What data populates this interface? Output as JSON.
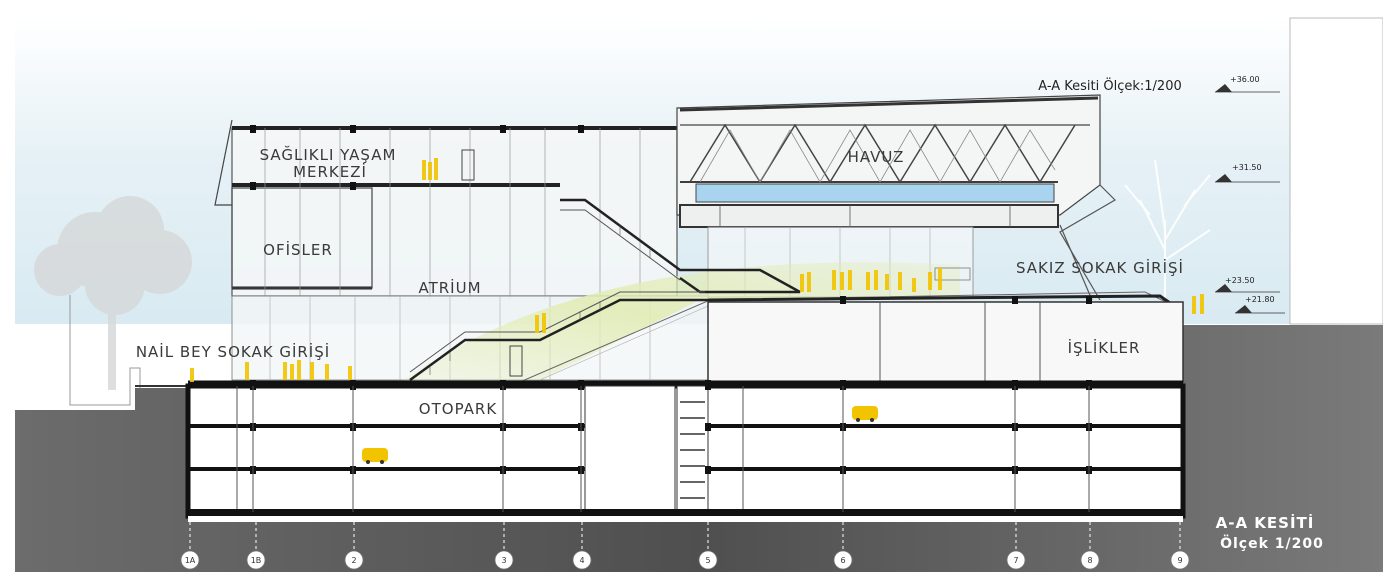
{
  "title": {
    "section": "A-A  Kesiti Ölçek:1/200"
  },
  "stamp": {
    "line1": "A-A KESİTİ",
    "line2": "Ölçek 1/200"
  },
  "spaces": {
    "saglikli_1": "SAĞLIKLI YAŞAM",
    "saglikli_2": "MERKEZİ",
    "havuz": "HAVUZ",
    "ofisler": "OFİSLER",
    "atrium": "ATRİUM",
    "sakiz": "SAKIZ SOKAK GİRİŞİ",
    "nail": "NAİL BEY SOKAK GİRİŞİ",
    "islikler": "İŞLİKLER",
    "otopark": "OTOPARK"
  },
  "levels": [
    "+36.00",
    "+31.50",
    "+23.50",
    "+21.80"
  ],
  "grid_lines": [
    "1A",
    "1B",
    "2",
    "3",
    "4",
    "5",
    "6",
    "7",
    "8",
    "9"
  ],
  "colors": {
    "sky": "#dfeef5",
    "ground": "#5b5b5b",
    "accent_people": "#f2c400",
    "glass": "#a8d4f0",
    "ramp_glow": "#e6efc0"
  }
}
